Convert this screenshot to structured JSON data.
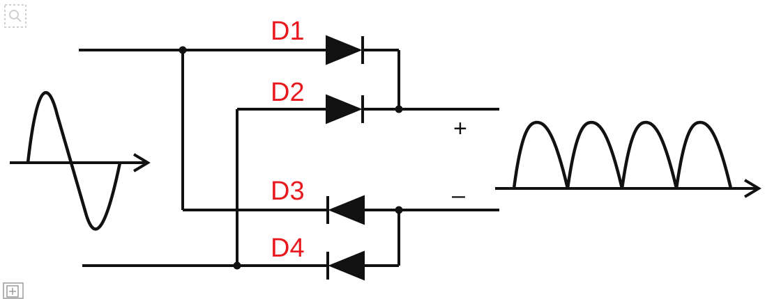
{
  "diagram": {
    "labels": {
      "d1": "D1",
      "d2": "D2",
      "d3": "D3",
      "d4": "D4",
      "plus": "+",
      "minus": "–"
    },
    "colors": {
      "label": "#e8191e",
      "line": "#111111"
    }
  },
  "icons": {
    "zoom": "zoom-icon",
    "expand": "expand-icon"
  }
}
